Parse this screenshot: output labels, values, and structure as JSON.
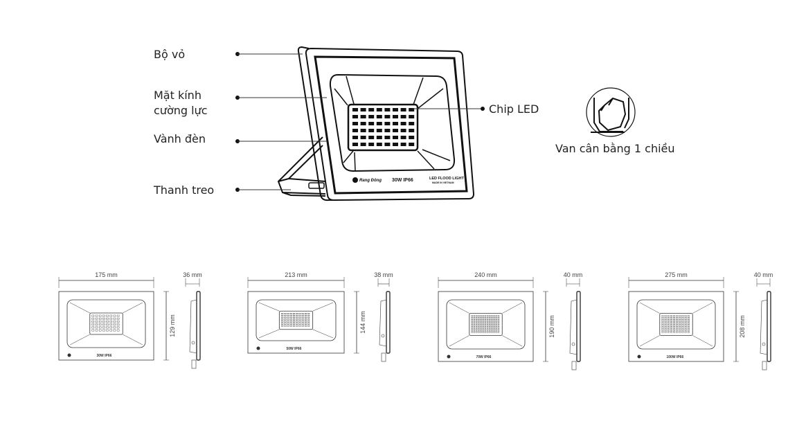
{
  "labels": {
    "housing": "Bộ vỏ",
    "glass_line1": "Mặt kính",
    "glass_line2": "cường lực",
    "rim": "Vành đèn",
    "bracket": "Thanh treo",
    "chip": "Chip LED",
    "valve": "Van cân bằng 1 chiều"
  },
  "lamp_marking": {
    "brand": "Rang Đông",
    "power": "30W  IP66",
    "product": "LED FLOOD LIGHT",
    "origin": "MADE IN VIETNAM"
  },
  "models": [
    {
      "marking": "30W  IP66",
      "width": "175 mm",
      "height": "129 mm",
      "depth": "36 mm"
    },
    {
      "marking": "50W  IP66",
      "width": "213 mm",
      "height": "144 mm",
      "depth": "38 mm"
    },
    {
      "marking": "70W  IP66",
      "width": "240 mm",
      "height": "190 mm",
      "depth": "40 mm"
    },
    {
      "marking": "100W  IP66",
      "width": "275 mm",
      "height": "208 mm",
      "depth": "40 mm"
    }
  ]
}
